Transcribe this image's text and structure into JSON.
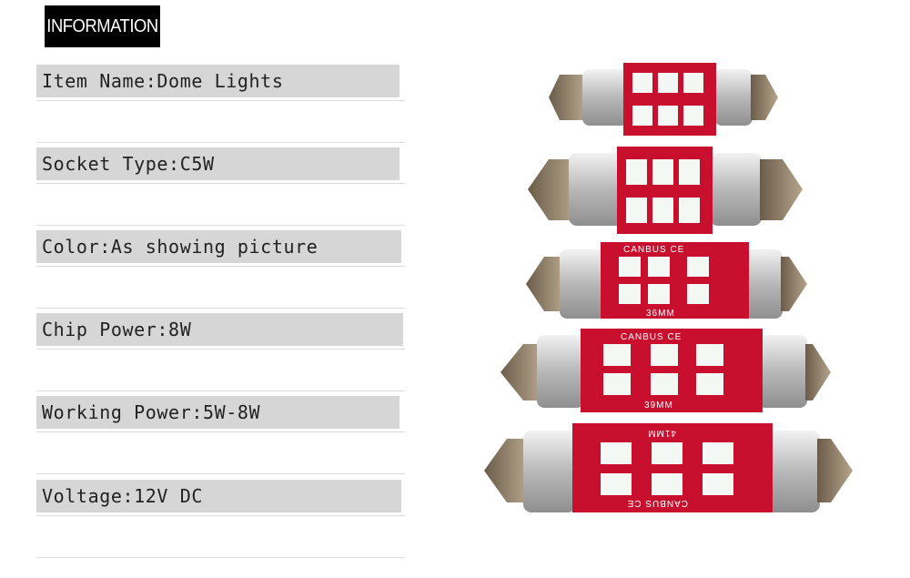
{
  "header": {
    "title": "INFORMATION"
  },
  "specs": [
    {
      "label": "Item Name:Dome Lights"
    },
    {
      "label": "Socket Type:C5W"
    },
    {
      "label": "Color:As showing picture"
    },
    {
      "label": "Chip Power:8W"
    },
    {
      "label": "Working Power:5W-8W"
    },
    {
      "label": "Voltage:12V DC"
    }
  ],
  "bulbs": {
    "labels": [
      "CANBUS CE",
      "36MM",
      "CANBUS CE",
      "39MM",
      "41MM",
      "CANBUS CE"
    ]
  },
  "colors": {
    "board": "#c8102e",
    "chip": "#f4f8f5",
    "metal": "#c9c9c9",
    "header_bg": "#000000",
    "spec_bar": "#d6d6d6"
  }
}
